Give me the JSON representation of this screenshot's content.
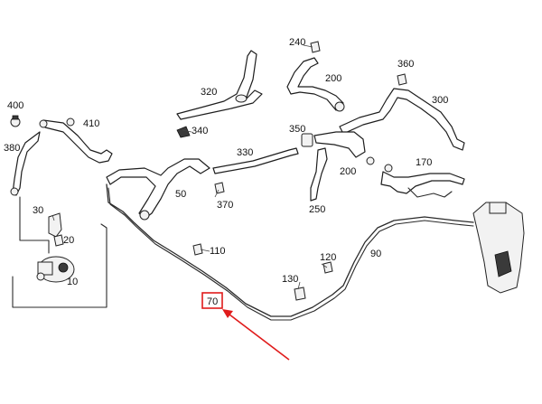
{
  "diagram": {
    "accent_color": "#e01b1b",
    "highlight_label": "70",
    "part_labels": {
      "p400": "400",
      "p410": "410",
      "p380": "380",
      "p30": "30",
      "p20": "20",
      "p10": "10",
      "p320": "320",
      "p340": "340",
      "p240": "240",
      "p200a": "200",
      "p360": "360",
      "p300": "300",
      "p350": "350",
      "p330": "330",
      "p50": "50",
      "p370": "370",
      "p200b": "200",
      "p170": "170",
      "p250": "250",
      "p110": "110",
      "p120": "120",
      "p90": "90",
      "p130": "130"
    }
  }
}
